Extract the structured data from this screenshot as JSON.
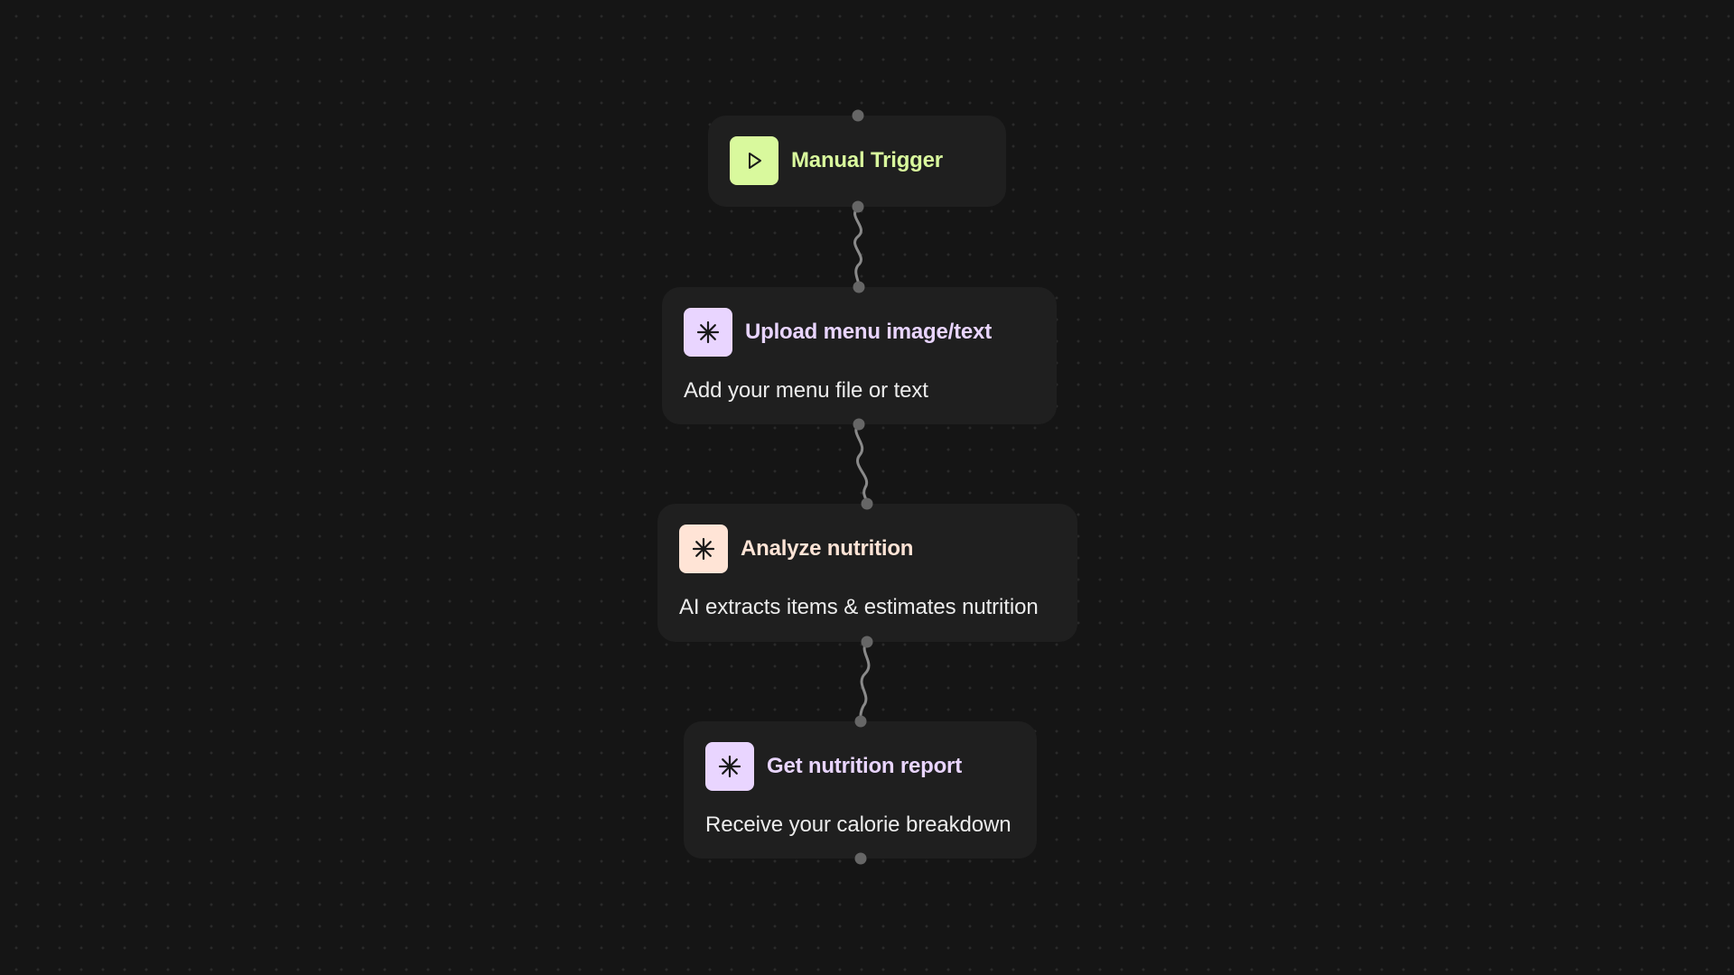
{
  "workflow": {
    "nodes": [
      {
        "id": "manual-trigger",
        "title": "Manual Trigger",
        "description": "",
        "icon": "play-icon",
        "icon_bg": "#d9f99d",
        "title_color": "#d9f99d"
      },
      {
        "id": "upload-menu",
        "title": "Upload menu image/text",
        "description": "Add your menu file or text",
        "icon": "asterisk-icon",
        "icon_bg": "#e9d5ff",
        "title_color": "#e9d5ff"
      },
      {
        "id": "analyze-nutrition",
        "title": "Analyze nutrition",
        "description": "AI extracts items & estimates nutrition",
        "icon": "asterisk-icon",
        "icon_bg": "#ffe4d6",
        "title_color": "#ffe4d6"
      },
      {
        "id": "nutrition-report",
        "title": "Get nutrition report",
        "description": "Receive your calorie breakdown",
        "icon": "asterisk-icon",
        "icon_bg": "#e9d5ff",
        "title_color": "#e9d5ff"
      }
    ],
    "colors": {
      "background": "#151515",
      "node_bg": "#1f1f1f",
      "port": "#666666",
      "edge": "#8a8a8a"
    }
  }
}
